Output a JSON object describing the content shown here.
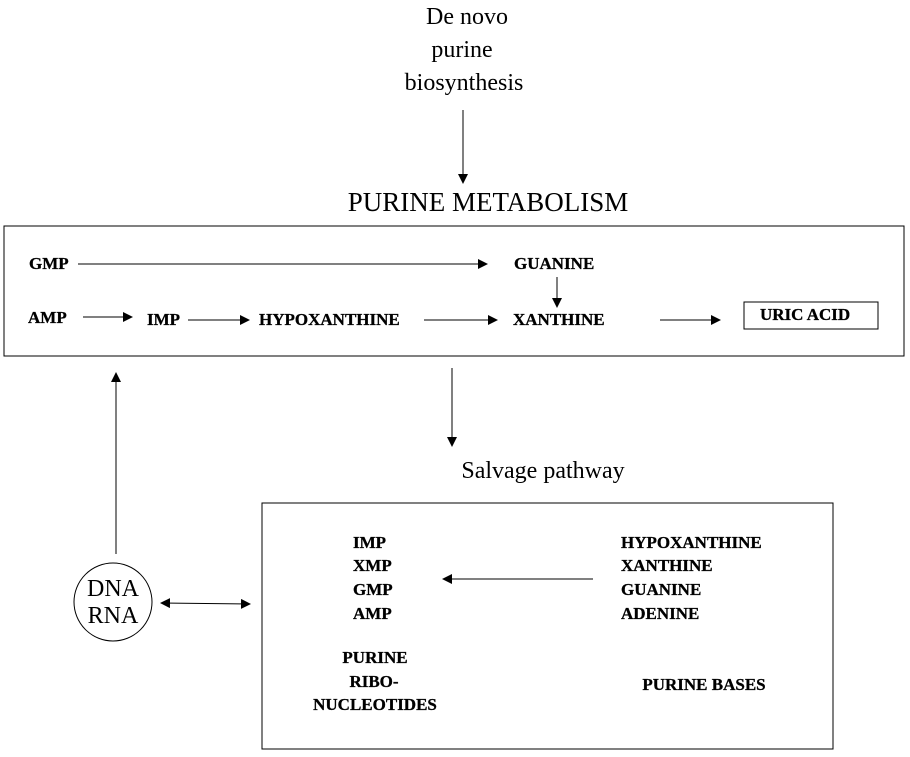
{
  "top_input": {
    "line1": "De novo",
    "line2": "purine",
    "line3": "biosynthesis"
  },
  "metabolism": {
    "title": "PURINE METABOLISM",
    "gmp": "GMP",
    "guanine": "GUANINE",
    "amp": "AMP",
    "imp": "IMP",
    "hypoxanthine": "HYPOXANTHINE",
    "xanthine": "XANTHINE",
    "uric_acid": "URIC ACID"
  },
  "salvage": {
    "title": "Salvage pathway",
    "ribonucleotides": [
      "IMP",
      "XMP",
      "GMP",
      "AMP"
    ],
    "bases": [
      "HYPOXANTHINE",
      "XANTHINE",
      "GUANINE",
      "ADENINE"
    ],
    "ribo_caption": {
      "line1": "PURINE",
      "line2": "RIBO-",
      "line3": "NUCLEOTIDES"
    },
    "bases_caption": "PURINE BASES"
  },
  "nucleic": {
    "line1": "DNA",
    "line2": "RNA"
  }
}
